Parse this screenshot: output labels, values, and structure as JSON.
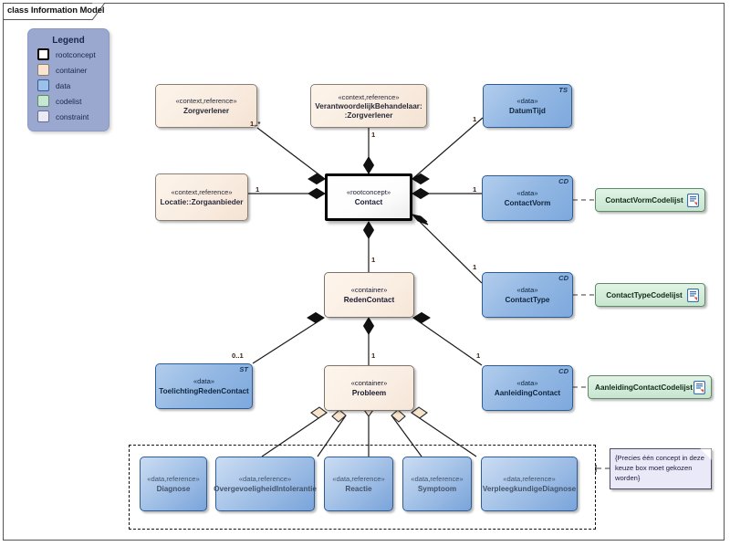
{
  "frame": {
    "title": "class Information Model"
  },
  "legend": {
    "title": "Legend",
    "items": [
      {
        "label": "rootconcept",
        "swatch": "rootconcept",
        "color": "#ffffff"
      },
      {
        "label": "container",
        "swatch": "container",
        "color": "#fae4cf"
      },
      {
        "label": "data",
        "swatch": "data",
        "color": "#9dc0e8"
      },
      {
        "label": "codelist",
        "swatch": "codelist",
        "color": "#c6e8d2"
      },
      {
        "label": "constraint",
        "swatch": "constraint",
        "color": "#eaeaf7"
      }
    ]
  },
  "nodes": [
    {
      "id": "zorgverlener",
      "stereotype": "«context,reference»",
      "name": "Zorgverlener",
      "kind": "ctx",
      "tag": ""
    },
    {
      "id": "verantwoordelijk",
      "stereotype": "«context,reference»",
      "name": "VerantwoordelijkBehandelaar:\n:Zorgverlener",
      "kind": "ctx",
      "tag": ""
    },
    {
      "id": "datumtijd",
      "stereotype": "«data»",
      "name": "DatumTijd",
      "kind": "data",
      "tag": "TS"
    },
    {
      "id": "locatie",
      "stereotype": "«context,reference»",
      "name": "Locatie::Zorgaanbieder",
      "kind": "ctx",
      "tag": ""
    },
    {
      "id": "contact",
      "stereotype": "«rootconcept»",
      "name": "Contact",
      "kind": "rootconcept",
      "tag": ""
    },
    {
      "id": "contactvorm",
      "stereotype": "«data»",
      "name": "ContactVorm",
      "kind": "data",
      "tag": "CD"
    },
    {
      "id": "contacttype",
      "stereotype": "«data»",
      "name": "ContactType",
      "kind": "data",
      "tag": "CD"
    },
    {
      "id": "redencontact",
      "stereotype": "«container»",
      "name": "RedenContact",
      "kind": "container",
      "tag": ""
    },
    {
      "id": "toelichtingredencontact",
      "stereotype": "«data»",
      "name": "ToelichtingRedenContact",
      "kind": "data",
      "tag": "ST"
    },
    {
      "id": "probleem",
      "stereotype": "«container»",
      "name": "Probleem",
      "kind": "container",
      "tag": ""
    },
    {
      "id": "aanleidingcontact",
      "stereotype": "«data»",
      "name": "AanleidingContact",
      "kind": "data",
      "tag": "CD"
    },
    {
      "id": "diagnose",
      "stereotype": "«data,reference»",
      "name": "Diagnose",
      "kind": "dataref",
      "tag": ""
    },
    {
      "id": "overgevoeligheid",
      "stereotype": "«data,reference»",
      "name": "OvergevoeligheidIntolerantie",
      "kind": "dataref",
      "tag": ""
    },
    {
      "id": "reactie",
      "stereotype": "«data,reference»",
      "name": "Reactie",
      "kind": "dataref",
      "tag": ""
    },
    {
      "id": "symptoom",
      "stereotype": "«data,reference»",
      "name": "Symptoom",
      "kind": "dataref",
      "tag": ""
    },
    {
      "id": "verpleegkundige",
      "stereotype": "«data,reference»",
      "name": "VerpleegkundigeDiagnose",
      "kind": "dataref",
      "tag": ""
    }
  ],
  "codelists": [
    {
      "id": "contactvormcodelijst",
      "label": "ContactVormCodelijst"
    },
    {
      "id": "contacttypecodelijst",
      "label": "ContactTypeCodelijst"
    },
    {
      "id": "aanleidingcontactcodelijst",
      "label": "AanleidingContactCodelijst"
    }
  ],
  "multiplicities": [
    {
      "id": "m-zorgverlener",
      "value": "1..*"
    },
    {
      "id": "m-verantwoordelijk",
      "value": "1"
    },
    {
      "id": "m-datumtijd",
      "value": "1"
    },
    {
      "id": "m-locatie",
      "value": "1"
    },
    {
      "id": "m-contactvorm",
      "value": "1"
    },
    {
      "id": "m-contacttype",
      "value": "1"
    },
    {
      "id": "m-redencontact",
      "value": "1"
    },
    {
      "id": "m-toelichting",
      "value": "0..1"
    },
    {
      "id": "m-probleem",
      "value": "1"
    },
    {
      "id": "m-aanleiding",
      "value": "1"
    }
  ],
  "note": {
    "text": "{Precies één concept in deze keuze box moet gekozen worden}"
  },
  "colors": {
    "data_fill": "#92b7e3",
    "container_fill": "#faeee3",
    "codelist_fill": "#d2ebd9",
    "constraint_fill": "#e9e9f8",
    "legend_bg": "#9aa8cf",
    "line": "#1a1a1a"
  }
}
